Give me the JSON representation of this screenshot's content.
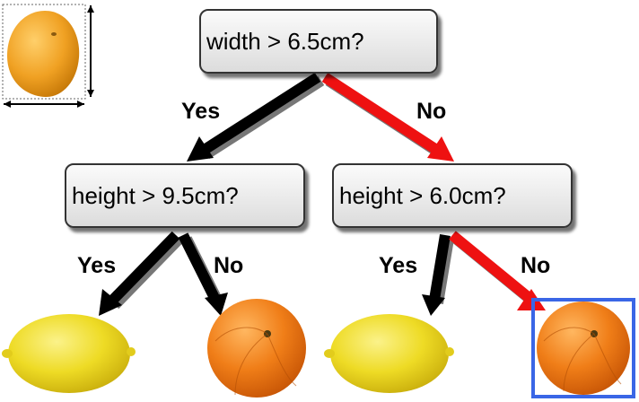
{
  "nodes": {
    "root": "width > 6.5cm?",
    "left": "height > 9.5cm?",
    "right": "height > 6.0cm?"
  },
  "edges": {
    "root_yes": "Yes",
    "root_no": "No",
    "left_yes": "Yes",
    "left_no": "No",
    "right_yes": "Yes",
    "right_no": "No"
  },
  "leaves": [
    "lemon",
    "orange",
    "lemon",
    "orange"
  ],
  "colors": {
    "path_highlight": "#ee1111",
    "arrow_default": "#000000",
    "selection_box": "#3a66e6",
    "lemon": "#f0dd2a",
    "orange": "#f07f1a",
    "sample_fruit": "#f0a423"
  },
  "icons": [
    "dimension-arrows",
    "lemon-image",
    "orange-image",
    "sample-fruit-image"
  ]
}
